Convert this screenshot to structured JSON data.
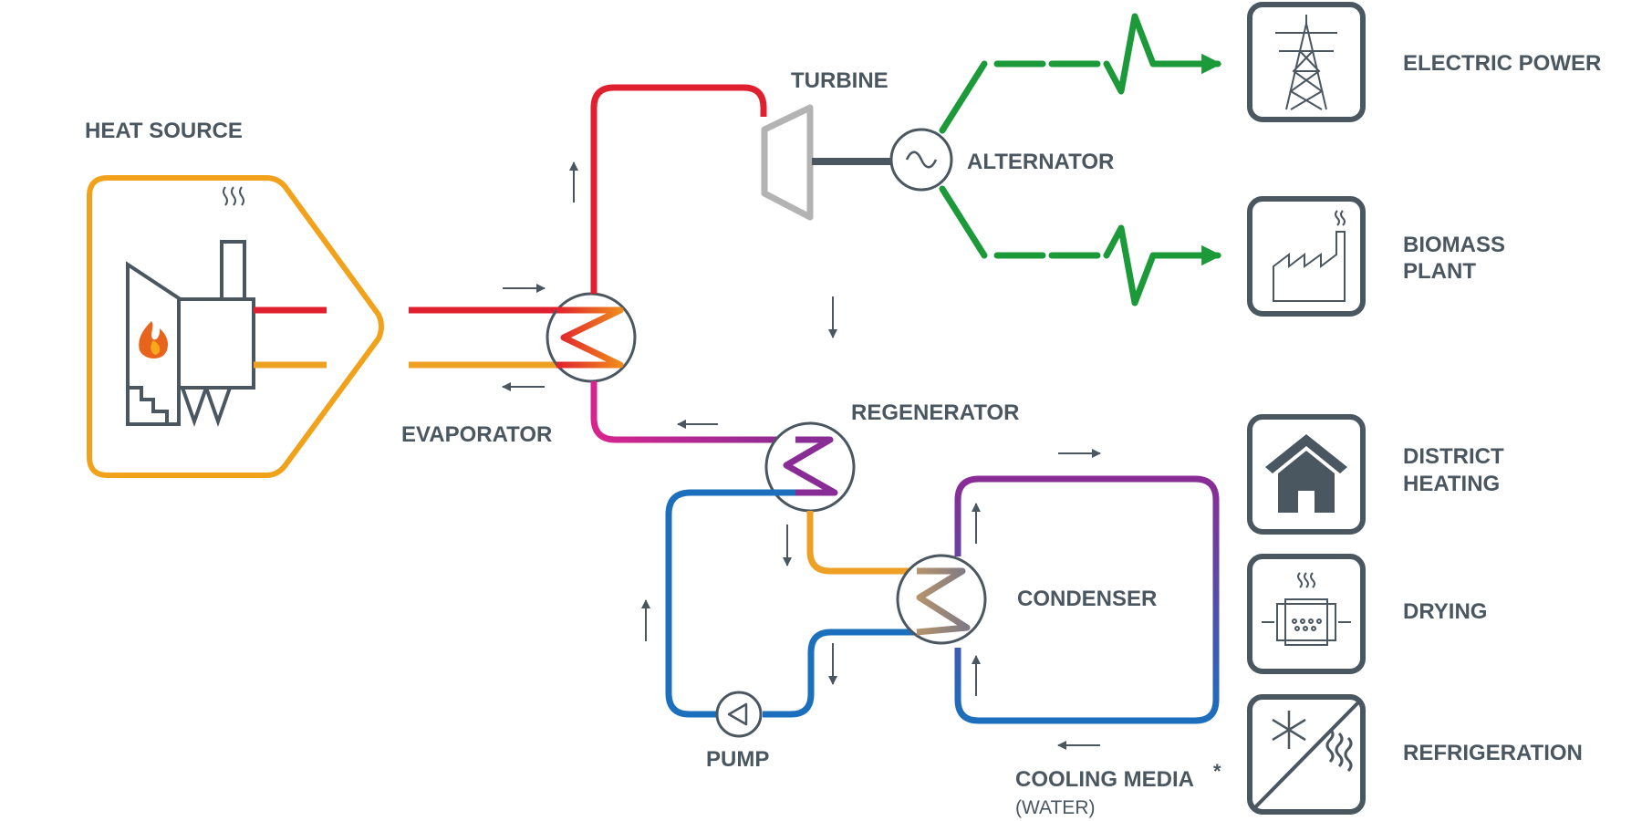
{
  "labels": {
    "heat_source": "HEAT SOURCE",
    "evaporator": "EVAPORATOR",
    "turbine": "TURBINE",
    "alternator": "ALTERNATOR",
    "regenerator": "REGENERATOR",
    "condenser": "CONDENSER",
    "pump": "PUMP",
    "cooling_media": "COOLING MEDIA",
    "cooling_media_asterisk": "*",
    "cooling_media_sub": "(WATER)"
  },
  "outputs": {
    "electric_power": "ELECTRIC POWER",
    "biomass_line1": "BIOMASS",
    "biomass_line2": "PLANT",
    "district_line1": "DISTRICT",
    "district_line2": "HEATING",
    "drying": "DRYING",
    "refrigeration": "REFRIGERATION"
  },
  "colors": {
    "text": "#4a5760",
    "component_stroke": "#4a5760",
    "heat_source_orange": "#f2a21a",
    "hot_red": "#e0202e",
    "warm_orange": "#eea024",
    "magenta": "#d8248e",
    "purple": "#8a2c95",
    "blue": "#1c6fbd",
    "green": "#1c9a3a",
    "turbine_gray": "#b3b3b3"
  }
}
